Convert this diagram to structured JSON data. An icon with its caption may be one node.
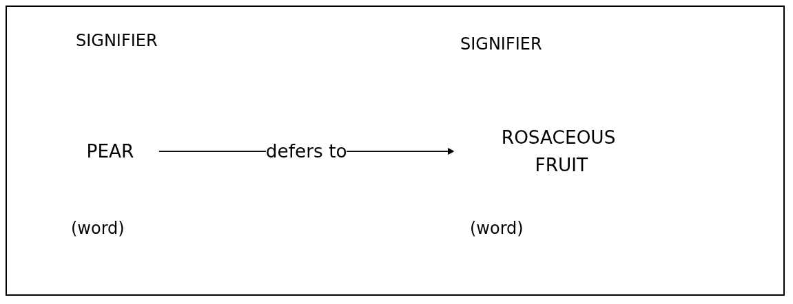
{
  "diagram": {
    "nodes": [
      {
        "text": [
          "PEAR"
        ]
      },
      {
        "text": [
          "ROSACEOUS FRUIT"
        ]
      }
    ],
    "edges": [
      {
        "from": 0,
        "to": 1,
        "arrow": "to",
        "label": "defers to"
      }
    ],
    "labels": [
      "SIGNIFIER",
      "SIGNIFIER",
      "(word)",
      "(word)"
    ]
  }
}
